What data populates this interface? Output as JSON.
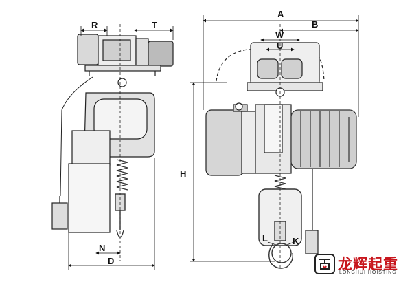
{
  "dimension_labels": {
    "r": "R",
    "t": "T",
    "n": "N",
    "d": "D",
    "a": "A",
    "b": "B",
    "w": "W",
    "u": "U",
    "h": "H",
    "l": "L",
    "k": "K"
  },
  "brand": {
    "name_cn": "龙辉起重",
    "name_en": "LONGHUI HOISTING",
    "color": "#c8161d"
  },
  "icons": [
    "hoist-logo-icon"
  ]
}
